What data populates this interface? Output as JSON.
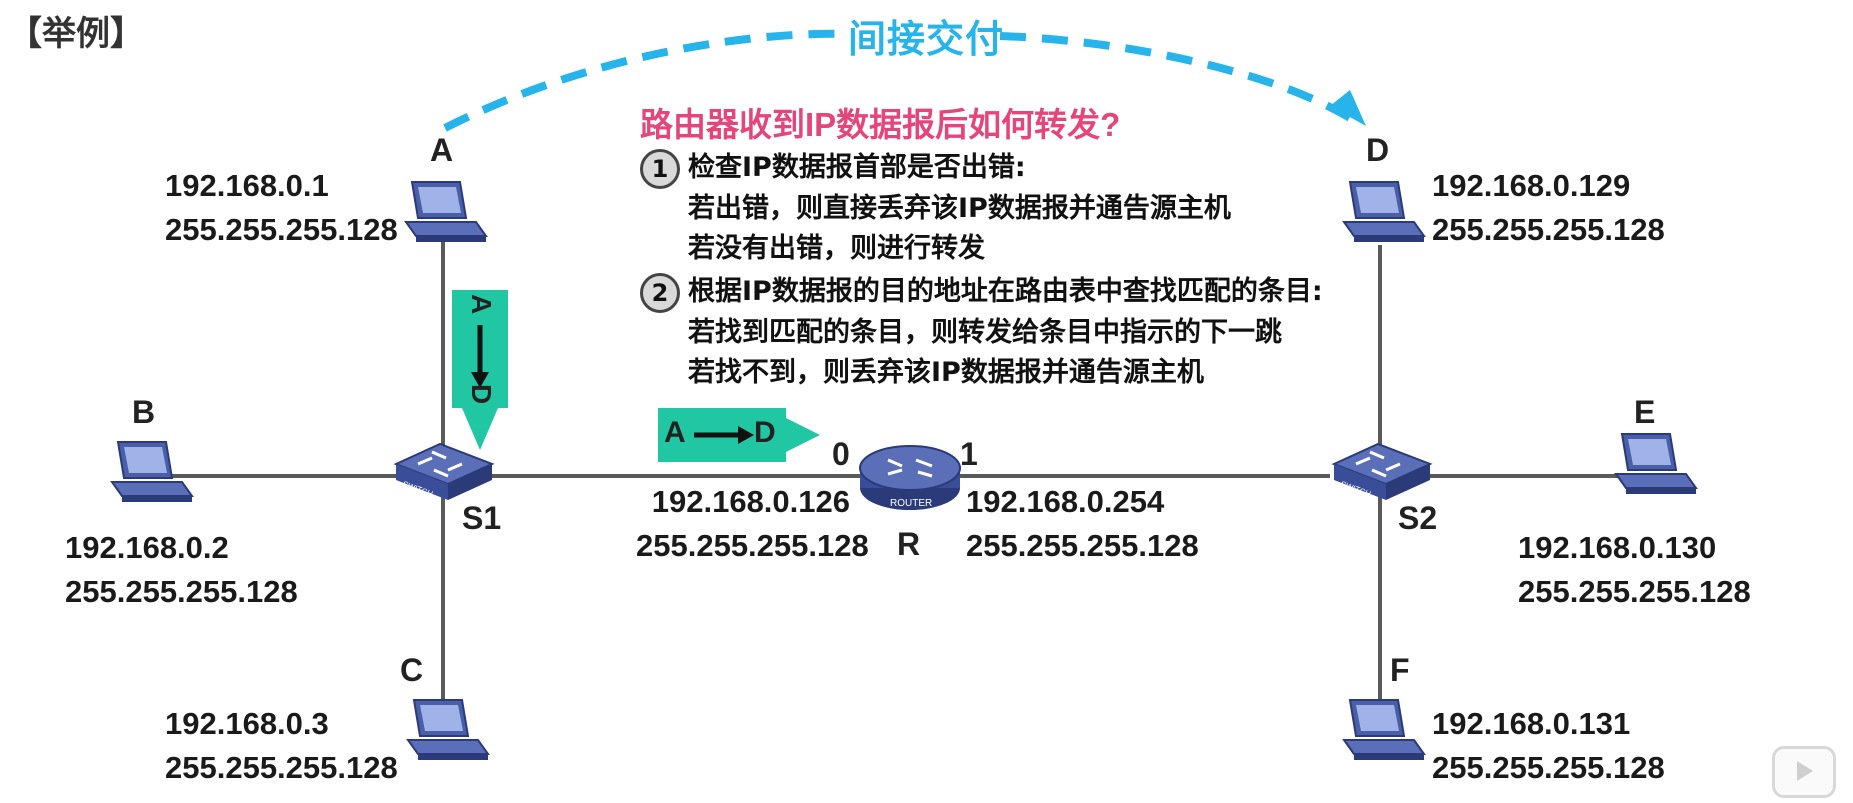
{
  "header": {
    "bracket_title": "【举例】"
  },
  "indirect_delivery": "间接交付",
  "question": "路由器收到IP数据报后如何转发?",
  "steps": [
    {
      "number": "1",
      "lines": [
        "检查IP数据报首部是否出错:",
        "若出错，则直接丢弃该IP数据报并通告源主机",
        "若没有出错，则进行转发"
      ]
    },
    {
      "number": "2",
      "lines": [
        "根据IP数据报的目的地址在路由表中查找匹配的条目:",
        "若找到匹配的条目，则转发给条目中指示的下一跳",
        "若找不到，则丢弃该IP数据报并通告源主机"
      ]
    }
  ],
  "hosts": {
    "A": {
      "name": "A",
      "ip": "192.168.0.1",
      "mask": "255.255.255.128"
    },
    "B": {
      "name": "B",
      "ip": "192.168.0.2",
      "mask": "255.255.255.128"
    },
    "C": {
      "name": "C",
      "ip": "192.168.0.3",
      "mask": "255.255.255.128"
    },
    "D": {
      "name": "D",
      "ip": "192.168.0.129",
      "mask": "255.255.255.128"
    },
    "E": {
      "name": "E",
      "ip": "192.168.0.130",
      "mask": "255.255.255.128"
    },
    "F": {
      "name": "F",
      "ip": "192.168.0.131",
      "mask": "255.255.255.128"
    }
  },
  "switches": {
    "S1": "S1",
    "S2": "S2",
    "icon_text": "SWITCH"
  },
  "router": {
    "name": "R",
    "icon_text": "ROUTER",
    "port0": {
      "label": "0",
      "ip": "192.168.0.126",
      "mask": "255.255.255.128"
    },
    "port1": {
      "label": "1",
      "ip": "192.168.0.254",
      "mask": "255.255.255.128"
    }
  },
  "arrows": {
    "vertical": {
      "from": "A",
      "to": "D"
    },
    "horizontal": {
      "from": "A",
      "to": "D"
    }
  },
  "colors": {
    "accent_blue": "#27b4ea",
    "question_pink": "#e6457a",
    "arrow_green": "#21c6a3",
    "device_blue": "#4a5fa8"
  }
}
